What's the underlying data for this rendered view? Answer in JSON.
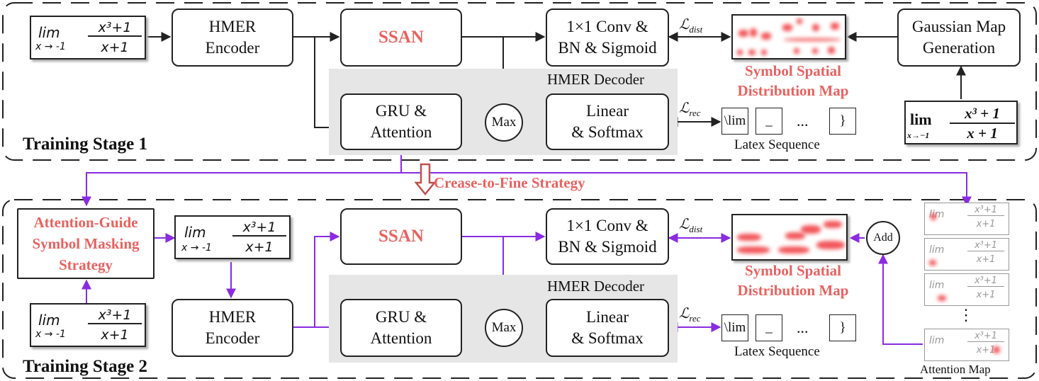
{
  "stage1": {
    "title": "Training Stage 1",
    "input_formula": {
      "limit": "lim",
      "under": "x → -1",
      "numerator": "x³+1",
      "denominator": "x+1"
    },
    "encoder": "HMER\nEncoder",
    "ssan": "SSAN",
    "conv": "1×1 Conv &\nBN & Sigmoid",
    "decoder_label": "HMER Decoder",
    "gru": "GRU &\nAttention",
    "max": "Max",
    "linear": "Linear\n& Softmax",
    "loss_dist": "ℒ",
    "loss_dist_sub": "dist",
    "loss_rec": "ℒ",
    "loss_rec_sub": "rec",
    "map_label": "Symbol Spatial\nDistribution Map",
    "gaussian": "Gaussian Map\nGeneration",
    "tokens": [
      "\\lim",
      "_",
      "}"
    ],
    "ellipsis": "...",
    "latex_label": "Latex Sequence",
    "typeset_formula": {
      "limit": "lim",
      "under": "x→−1",
      "numerator": "x³ + 1",
      "denominator": "x + 1"
    }
  },
  "strategy": "Crease-to-Fine Strategy",
  "stage2": {
    "title": "Training Stage 2",
    "masking": "Attention-Guide\nSymbol Masking\nStrategy",
    "encoder": "HMER\nEncoder",
    "ssan": "SSAN",
    "conv": "1×1 Conv &\nBN & Sigmoid",
    "decoder_label": "HMER Decoder",
    "gru": "GRU &\nAttention",
    "max": "Max",
    "linear": "Linear\n& Softmax",
    "loss_dist": "ℒ",
    "loss_dist_sub": "dist",
    "loss_rec": "ℒ",
    "loss_rec_sub": "rec",
    "map_label": "Symbol Spatial\nDistribution Map",
    "add": "Add",
    "tokens": [
      "\\lim",
      "_",
      "}"
    ],
    "ellipsis": "...",
    "latex_label": "Latex Sequence",
    "vdots": "⋮",
    "attention_label": "Attention Map"
  },
  "colors": {
    "accent_red": "#e8625f",
    "flow_purple": "#8a2be2",
    "arrow_black": "#222222",
    "decoder_bg": "#e6e6e6"
  }
}
